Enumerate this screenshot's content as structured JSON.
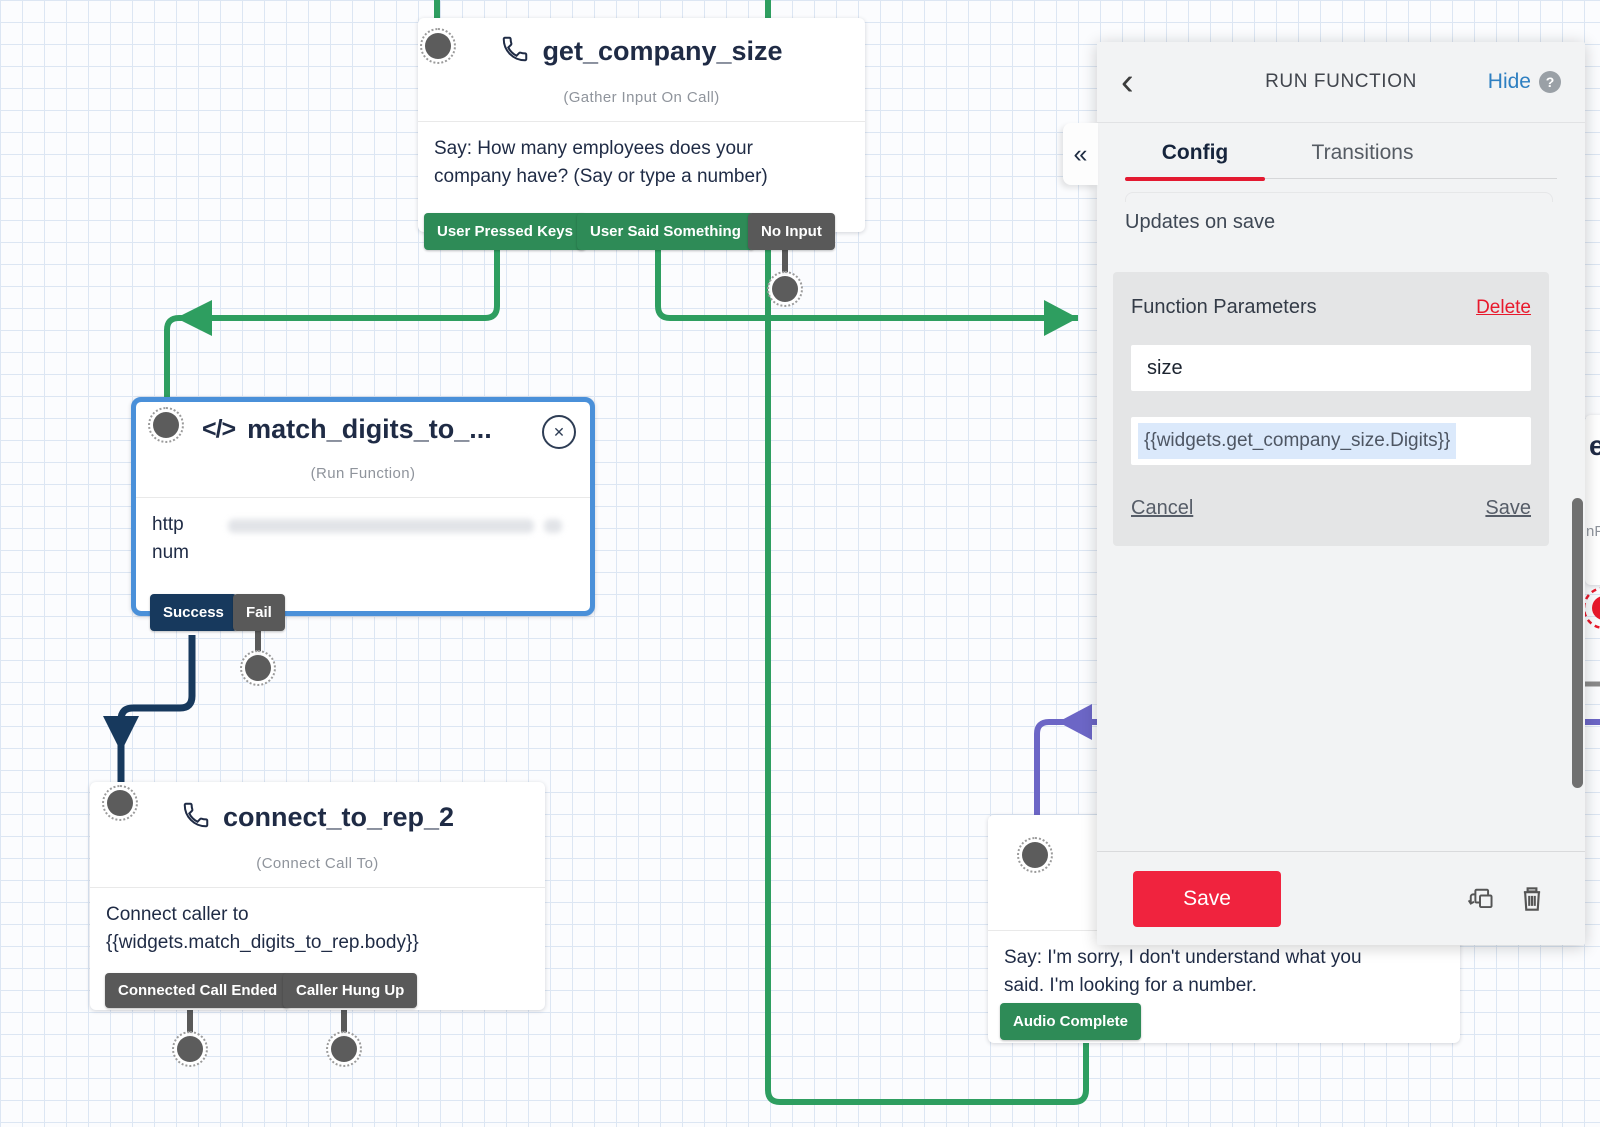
{
  "colors": {
    "green_button": "#2E8B57",
    "green_line": "#2E9E60",
    "navy": "#17395D",
    "gray": "#595959",
    "selected_border": "#4A90D9",
    "purple_line": "#6C66C6",
    "save_red": "#F0233E",
    "delete_red": "#E8192C",
    "hide_blue": "#2E7FC1",
    "tab_underline_red": "#E31930"
  },
  "canvas": {
    "widgets": [
      {
        "title": "get_company_size",
        "type_label": "(Gather Input On Call)",
        "icon": "phone-icon",
        "body_lines": [
          "Say: How many employees does your",
          "company have? (Say or type a number)"
        ],
        "transitions": [
          "User Pressed Keys",
          "User Said Something",
          "No Input"
        ]
      },
      {
        "title": "match_digits_to_...",
        "type_label": "(Run Function)",
        "icon": "code-icon",
        "selected": true,
        "body_lines": [
          "http",
          "num"
        ],
        "transitions": [
          "Success",
          "Fail"
        ]
      },
      {
        "title": "connect_to_rep_2",
        "type_label": "(Connect Call To)",
        "icon": "phone-icon",
        "body_lines": [
          "Connect caller to",
          "{{widgets.match_digits_to_rep.body}}"
        ],
        "transitions": [
          "Connected Call Ended",
          "Caller Hung Up"
        ]
      },
      {
        "body_lines": [
          "Say: I'm sorry, I don't understand what you",
          "said. I'm looking for a number."
        ],
        "transitions": [
          "Audio Complete"
        ]
      },
      {
        "title_fragment": "e",
        "type_fragment": "nF"
      }
    ]
  },
  "panel": {
    "back_icon": "‹",
    "title": "RUN FUNCTION",
    "hide_label": "Hide",
    "help_icon": "?",
    "collapse_icon": "«",
    "tabs": [
      "Config",
      "Transitions"
    ],
    "active_tab": "Config",
    "updates_note": "Updates on save",
    "params": {
      "heading": "Function Parameters",
      "delete_label": "Delete",
      "param_name": "size",
      "param_value": "{{widgets.get_company_size.Digits}}",
      "cancel_label": "Cancel",
      "save_label": "Save"
    },
    "footer": {
      "save_label": "Save"
    }
  }
}
